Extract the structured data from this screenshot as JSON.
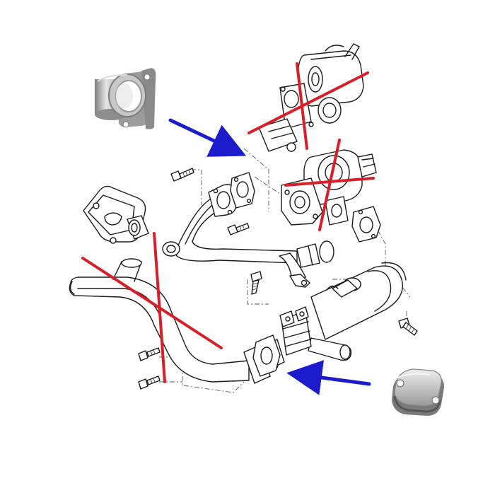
{
  "colors": {
    "cross_out": "#d81e28",
    "arrow": "#1c1ccc",
    "line_art": "#1a1a1a",
    "background": "#ffffff",
    "metal_light": "#e2e2e2",
    "metal_mid": "#b5b5b5",
    "metal_dark": "#7d7d7d"
  },
  "replacement_parts": [
    {
      "name": "egr-delete-pipe-spacer-photo"
    },
    {
      "name": "egr-blanking-plate-photo"
    }
  ],
  "removed_parts": [
    {
      "name": "egr-valve-upper"
    },
    {
      "name": "egr-valve-lower"
    },
    {
      "name": "egr-cooler-pipe"
    }
  ]
}
